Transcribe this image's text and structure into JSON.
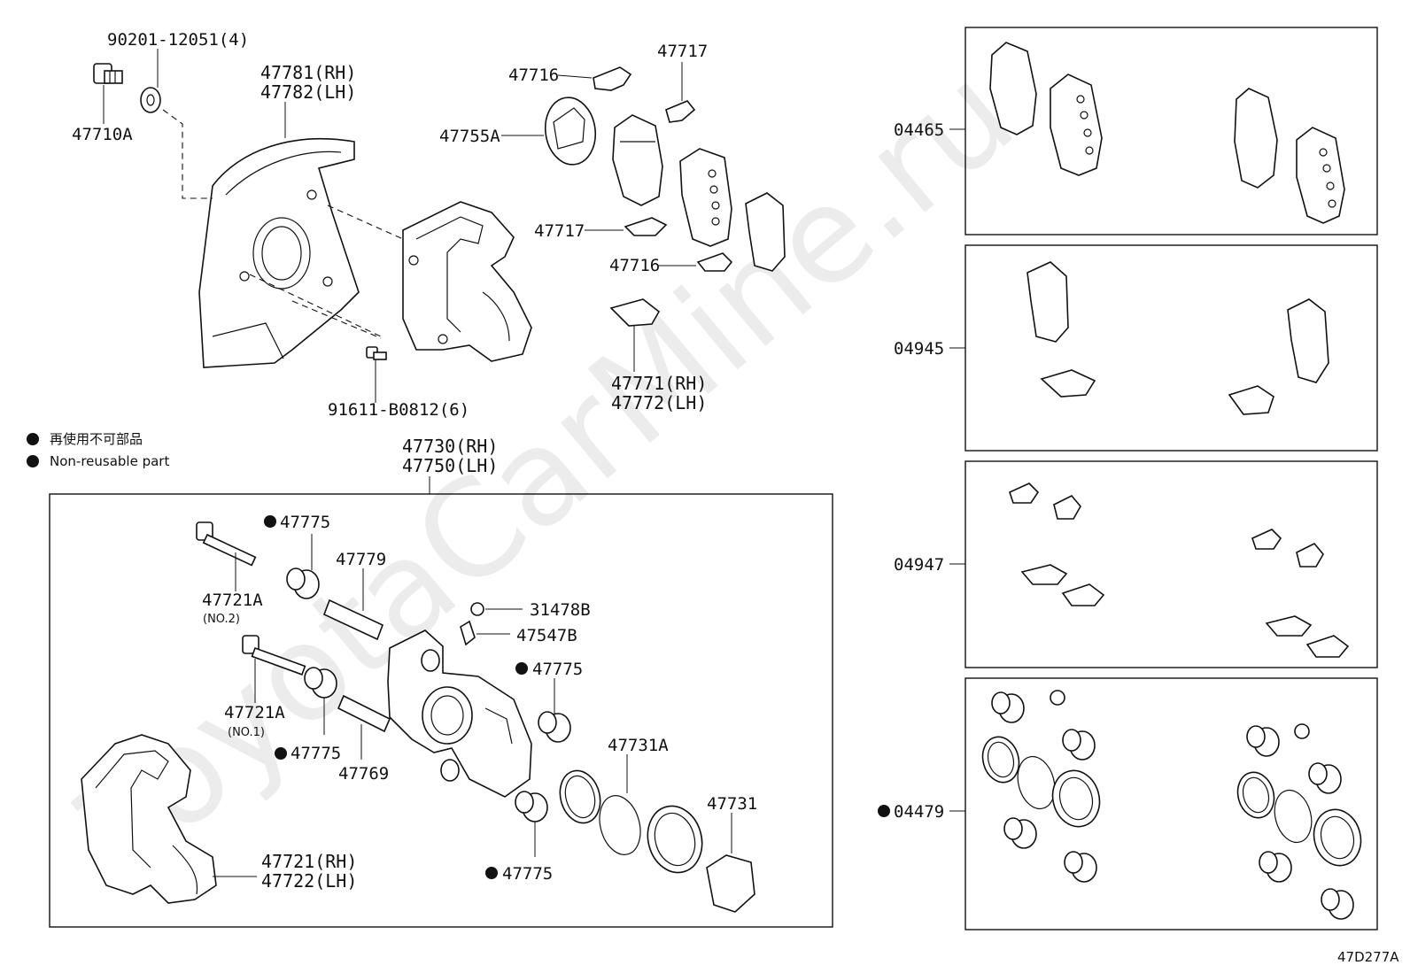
{
  "watermark": "ToyotaCarMine.ru",
  "reference_code": "47D277A",
  "legend": [
    {
      "symbol": "●",
      "text": "再使用不可部品"
    },
    {
      "symbol": "●",
      "text": "Non-reusable part"
    }
  ],
  "callouts": {
    "washer": "90201-12051(4)",
    "bolt": "47710A",
    "dust_cover_rh": "47781(RH)",
    "dust_cover_lh": "47782(LH)",
    "clip_upper_a": "47716",
    "clip_upper_b": "47717",
    "shim": "47755A",
    "clip_lower_b": "47717",
    "clip_lower_a": "47716",
    "spring_rh": "47771(RH)",
    "spring_lh": "47772(LH)",
    "screw": "91611-B0812(6)",
    "caliper_rh": "47730(RH)",
    "caliper_lh": "47750(LH)",
    "boot_1": "47775",
    "slide_pin_upper": "47779",
    "bolt_no2": "47721A",
    "bolt_no2_note": "(NO.2)",
    "bleeder_cap": "31478B",
    "bleeder_plug": "47547B",
    "boot_2": "47775",
    "bolt_no1": "47721A",
    "bolt_no1_note": "(NO.1)",
    "boot_3": "47775",
    "slide_pin_lower": "47769",
    "piston_seal": "47731A",
    "piston": "47731",
    "boot_4": "47775",
    "mounting_rh": "47721(RH)",
    "mounting_lh": "47722(LH)"
  },
  "kits": [
    {
      "code": "04465",
      "non_reusable": false
    },
    {
      "code": "04945",
      "non_reusable": false
    },
    {
      "code": "04947",
      "non_reusable": false
    },
    {
      "code": "04479",
      "non_reusable": true
    }
  ]
}
